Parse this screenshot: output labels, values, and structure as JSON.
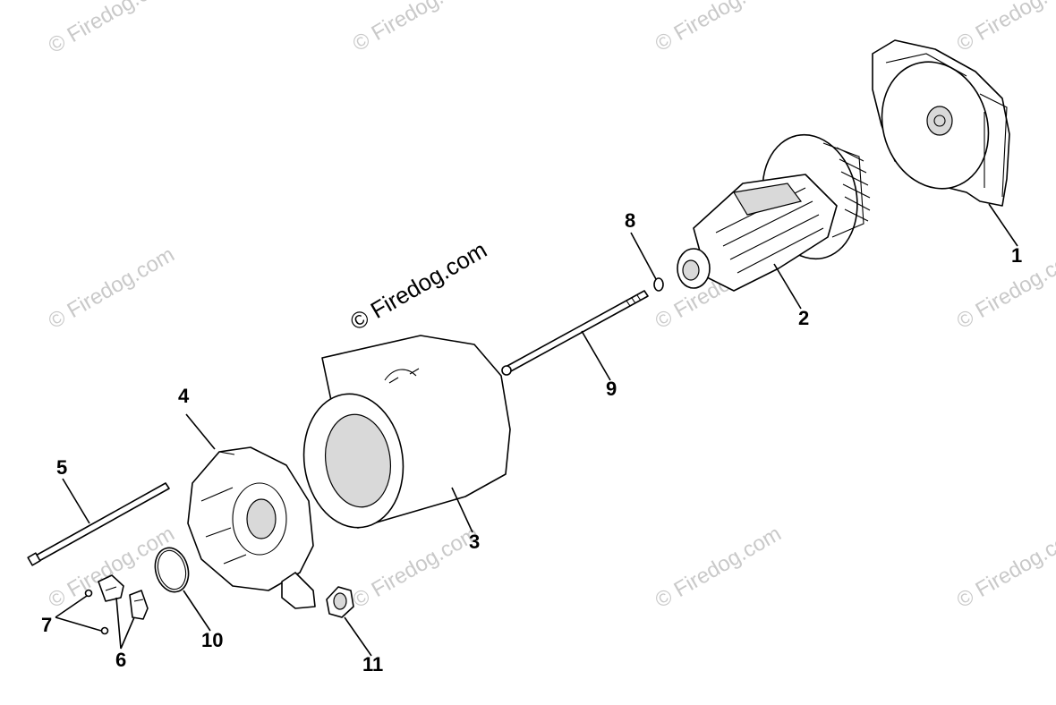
{
  "diagram": {
    "watermark_main": "© Firedog.com",
    "watermark_repeat": "© Firedog.com",
    "callouts": [
      {
        "id": "1",
        "label": "1"
      },
      {
        "id": "2",
        "label": "2"
      },
      {
        "id": "3",
        "label": "3"
      },
      {
        "id": "4",
        "label": "4"
      },
      {
        "id": "5",
        "label": "5"
      },
      {
        "id": "6",
        "label": "6"
      },
      {
        "id": "7",
        "label": "7"
      },
      {
        "id": "8",
        "label": "8"
      },
      {
        "id": "9",
        "label": "9"
      },
      {
        "id": "10",
        "label": "10"
      },
      {
        "id": "11",
        "label": "11"
      }
    ]
  }
}
